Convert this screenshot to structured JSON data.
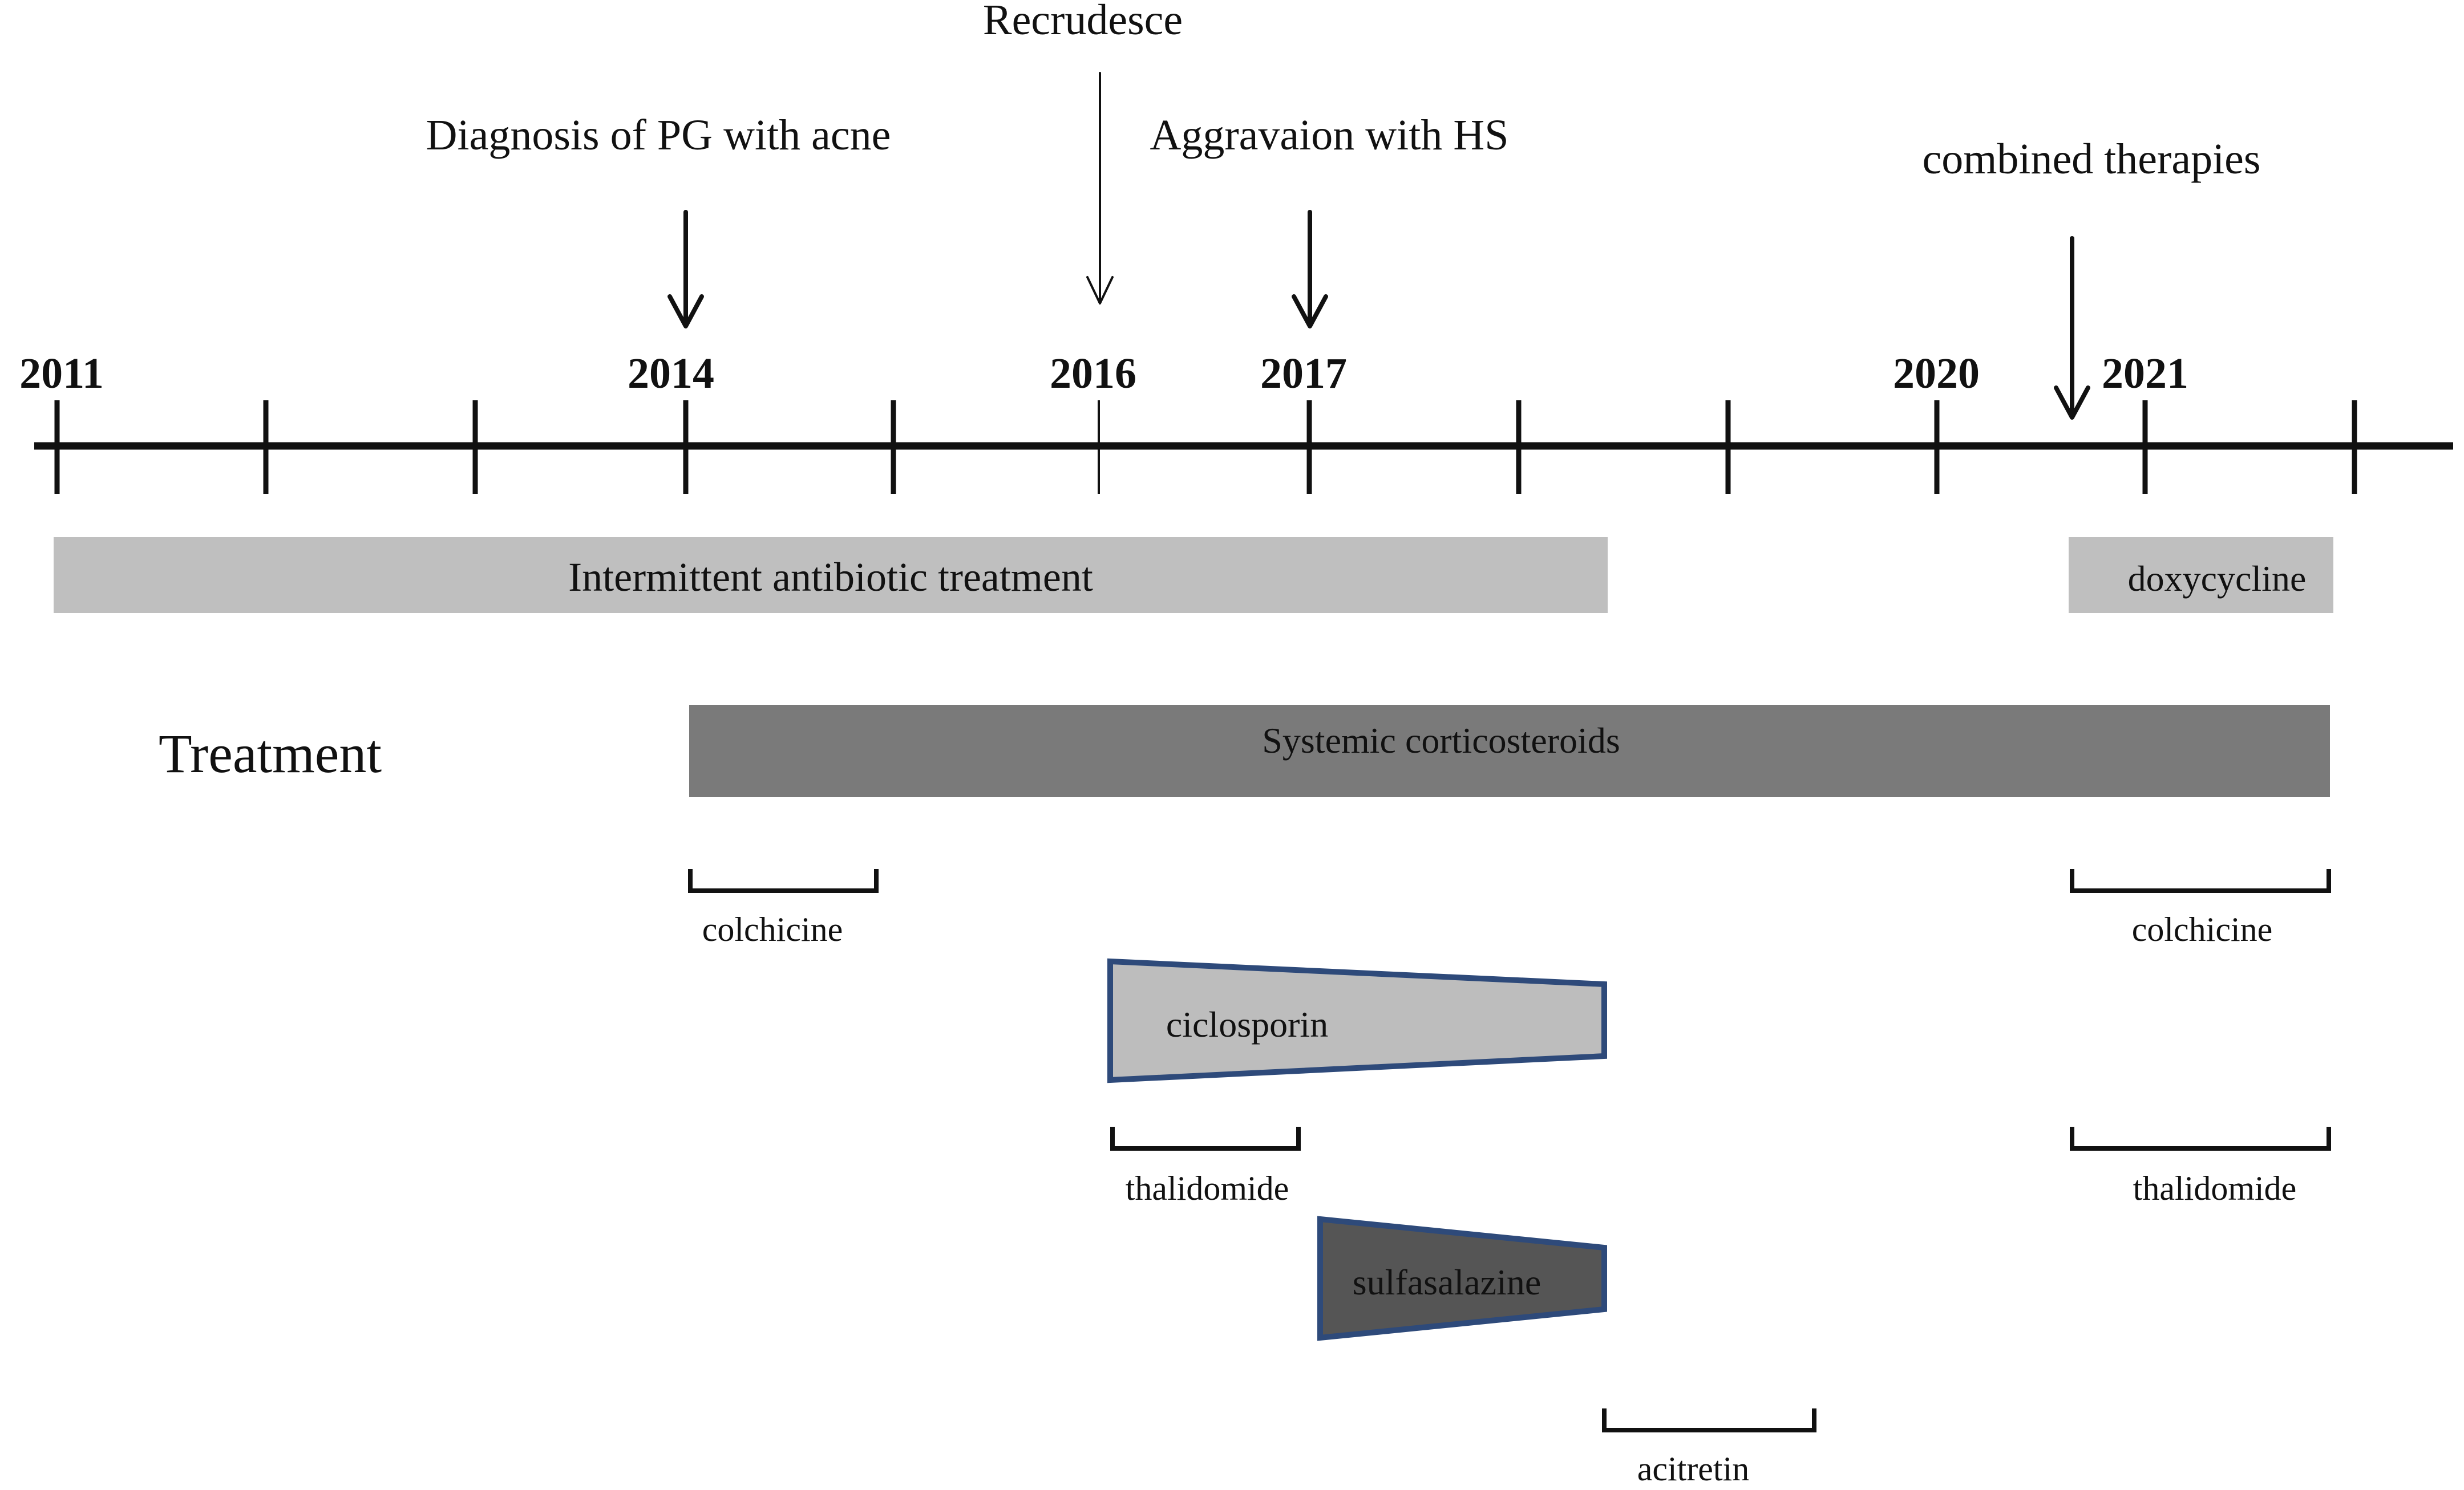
{
  "events": {
    "diagnosis": "Diagnosis of PG with acne",
    "recrudesce": "Recrudesce",
    "aggravation": "Aggravaion with HS",
    "combined": "combined therapies"
  },
  "years": {
    "y2011": "2011",
    "y2014": "2014",
    "y2016": "2016",
    "y2017": "2017",
    "y2020": "2020",
    "y2021": "2021"
  },
  "section_label": "Treatment",
  "treatments": {
    "antibiotic": "Intermittent antibiotic treatment",
    "doxycycline": "doxycycline",
    "corticosteroids": "Systemic corticosteroids",
    "colchicine_1": "colchicine",
    "colchicine_2": "colchicine",
    "ciclosporin": "ciclosporin",
    "thalidomide_1": "thalidomide",
    "thalidomide_2": "thalidomide",
    "sulfasalazine": "sulfasalazine",
    "acitretin": "acitretin"
  },
  "colors": {
    "axis": "#111111",
    "light_bar": "#bfbfbf",
    "dark_bar": "#7a7a7a",
    "ciclosporin_fill": "#bdbdbd",
    "sulfasalazine_fill": "#555555",
    "trapezoid_stroke": "#2e4a7a"
  }
}
